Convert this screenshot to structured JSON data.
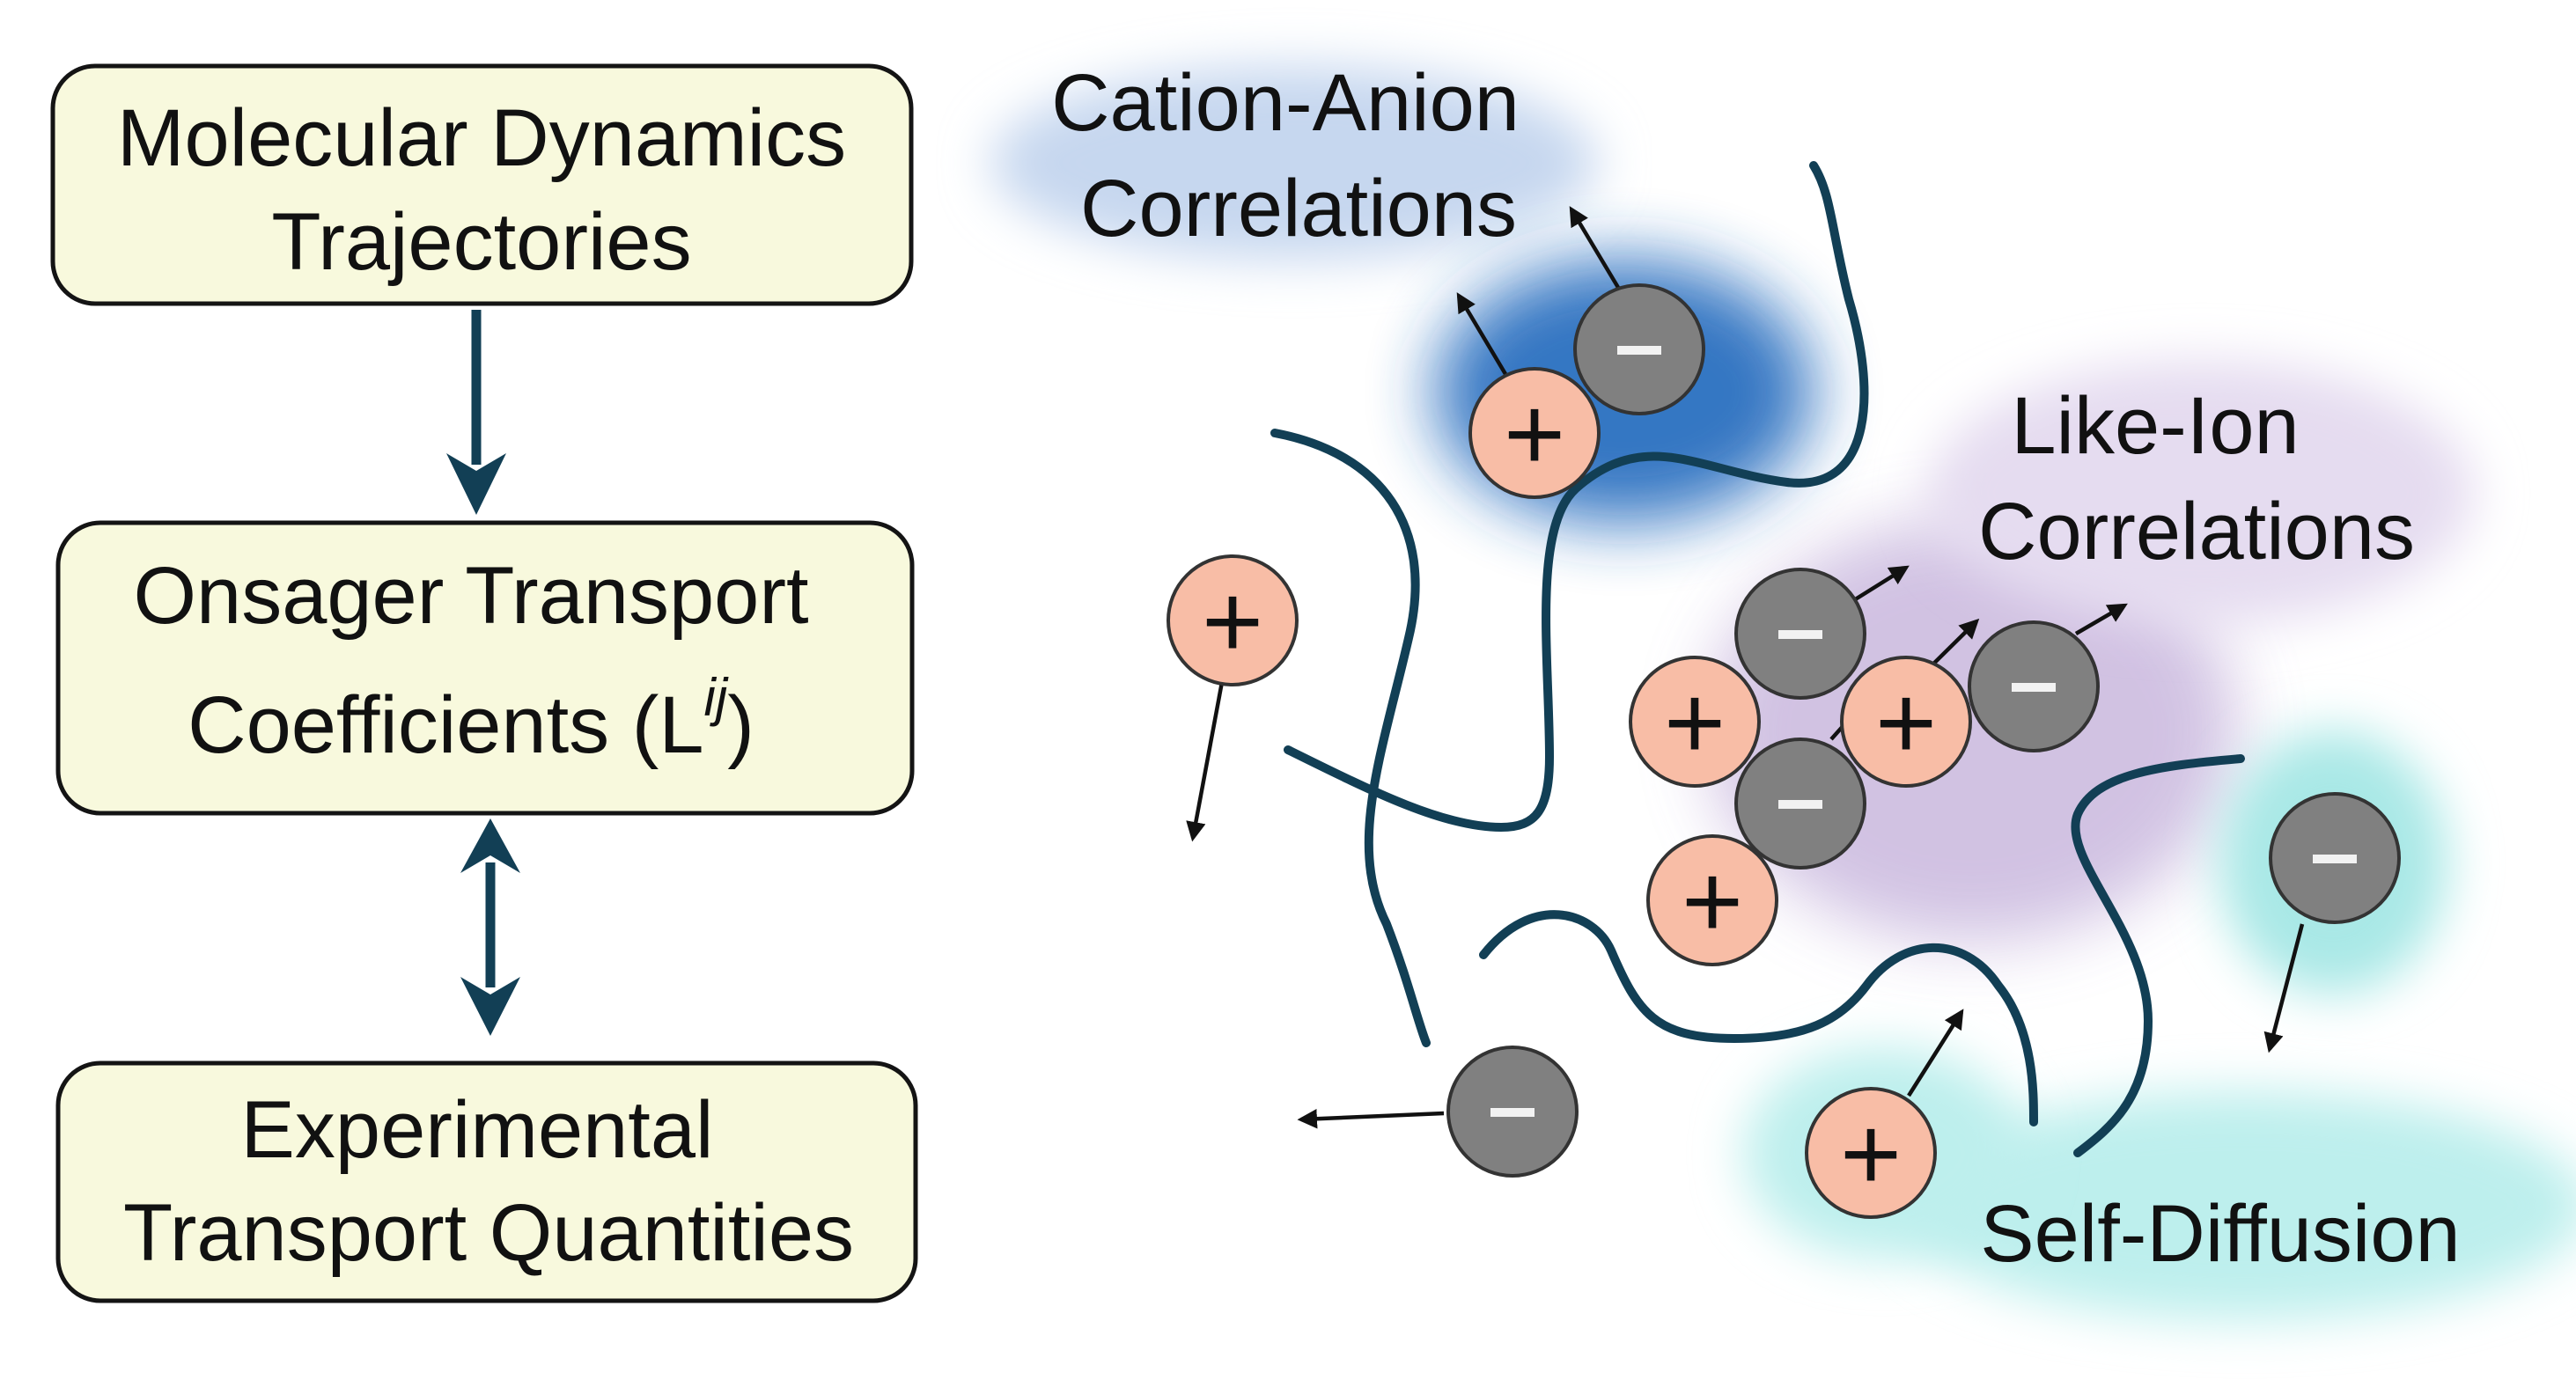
{
  "flowchart": {
    "box1": {
      "line1": "Molecular Dynamics",
      "line2": "Trajectories"
    },
    "box2": {
      "line1": "Onsager Transport",
      "line2_prefix": "Coefficients (L",
      "line2_sup": "ij",
      "line2_suffix": ")"
    },
    "box3": {
      "line1": "Experimental",
      "line2": "Transport Quantities"
    },
    "arrow_1_2": "one-way",
    "arrow_2_3": "two-way"
  },
  "illustration": {
    "labels": {
      "cation_anion": {
        "line1": "Cation-Anion",
        "line2": "Correlations"
      },
      "like_ion": {
        "line1": "Like-Ion",
        "line2": "Correlations"
      },
      "self_diffusion": "Self-Diffusion"
    },
    "ion_signs": {
      "cation": "+",
      "anion": "−"
    },
    "colors": {
      "cation_fill": "#f8bda6",
      "anion_fill": "#808080",
      "polymer_chain": "#123f55",
      "cation_anion_glow": "#2b6fc0",
      "like_ion_glow": "#c9b8de",
      "self_diffusion_glow": "#a9e8e6",
      "box_fill": "#f8f9dd"
    }
  }
}
